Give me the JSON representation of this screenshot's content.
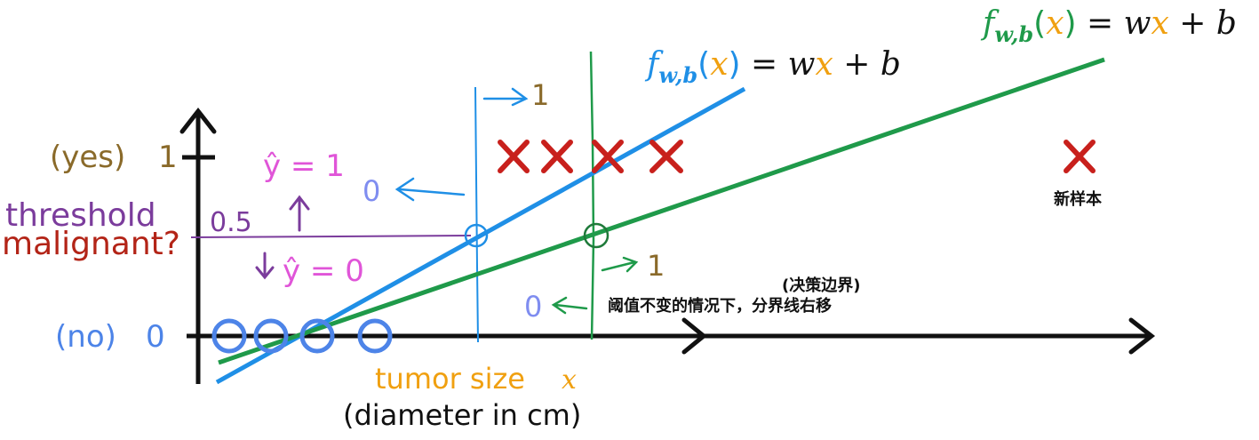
{
  "labels": {
    "yes_prefix": "(yes)",
    "yes_value": "1",
    "no_prefix": "(no)",
    "no_value": "0",
    "threshold": "threshold",
    "threshold_value": "0.5",
    "malignant": "malignant?",
    "yhat_one": "ŷ = 1",
    "yhat_zero": "ŷ = 0",
    "tumor_size": "tumor size",
    "tumor_var": "x",
    "diameter": "(diameter in cm)",
    "blue_right": "1",
    "blue_left": "0",
    "green_right": "1",
    "green_left": "0",
    "new_sample": "新样本",
    "boundary": "(决策边界)",
    "note": "阈值不变的情况下，分界线右移"
  },
  "formulas": {
    "f": "f",
    "sub": "w,b",
    "lp": "(",
    "x": "x",
    "rp": ")",
    "eq": " = w",
    "x2": "x",
    "plus": " + b"
  },
  "colors": {
    "axis": "#111111",
    "blue_line": "#1f8fe6",
    "green_line": "#1f9a4a",
    "cross": "#c8201c",
    "circle": "#4d84e8",
    "threshold": "#7b3c9c",
    "malignant": "#b32417",
    "label_brown": "#8a6a2a",
    "orange": "#f0a010",
    "magenta": "#e055d8",
    "periwinkle": "#7f8df0"
  }
}
